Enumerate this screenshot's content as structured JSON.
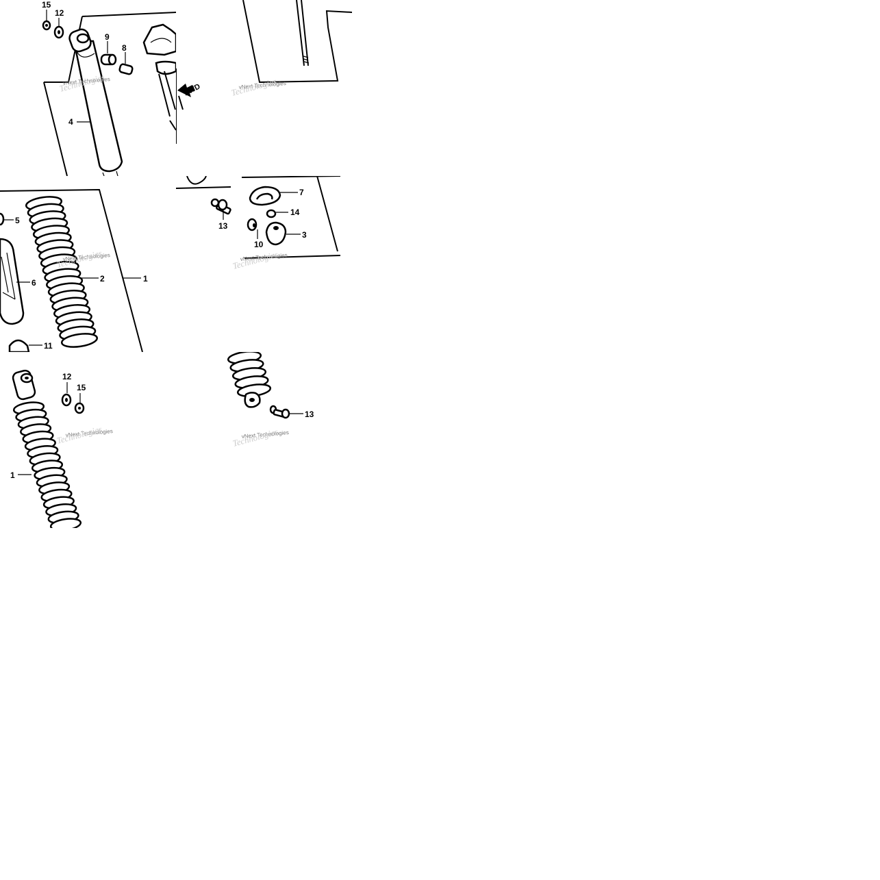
{
  "labels": {
    "t1_15": "15",
    "t1_12": "12",
    "t1_9": "9",
    "t1_8": "8",
    "t1_4": "4",
    "t4_5": "5",
    "t4_6": "6",
    "t4_2": "2",
    "t4_1": "1",
    "t4_11": "11",
    "t5_7": "7",
    "t5_13": "13",
    "t5_14": "14",
    "t5_10": "10",
    "t5_3": "3",
    "t7_12": "12",
    "t7_15": "15",
    "t7_1": "1",
    "t8_13": "13"
  },
  "fwd_label": "FWD",
  "watermark": {
    "brand": "vNext Technologies",
    "faint": "Technologies"
  }
}
